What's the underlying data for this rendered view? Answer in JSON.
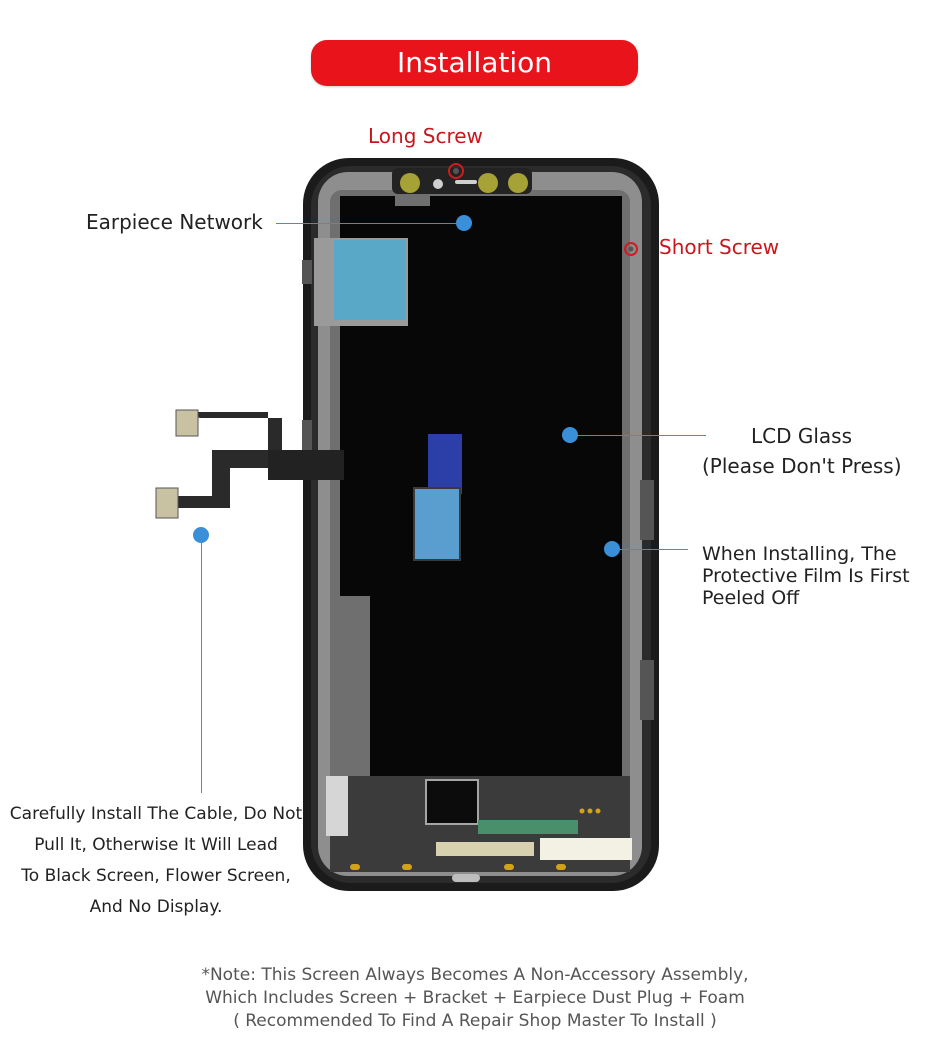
{
  "title": "Installation Precautions",
  "labels": {
    "long_screw": "Long Screw",
    "short_screw": "Short Screw",
    "earpiece": "Earpiece Network",
    "lcd_line1": "LCD Glass",
    "lcd_line2": "(Please Don't Press)",
    "film_line1": "When Installing, The",
    "film_line2": "Protective Film Is First",
    "film_line3": "Peeled Off",
    "cable_line1": "Carefully Install The Cable, Do Not",
    "cable_line2": "Pull It, Otherwise It Will Lead",
    "cable_line3": "To Black Screen, Flower Screen,",
    "cable_line4": "And No Display."
  },
  "note": {
    "line1": "*Note: This Screen Always Becomes A Non-Accessory Assembly,",
    "line2": "Which Includes Screen + Bracket + Earpiece Dust Plug + Foam",
    "line3": "( Recommended To Find A Repair Shop Master To Install )"
  },
  "colors": {
    "title_bg": "#e8131b",
    "callout": "#3a8fd9",
    "red_label": "#c8171c"
  }
}
